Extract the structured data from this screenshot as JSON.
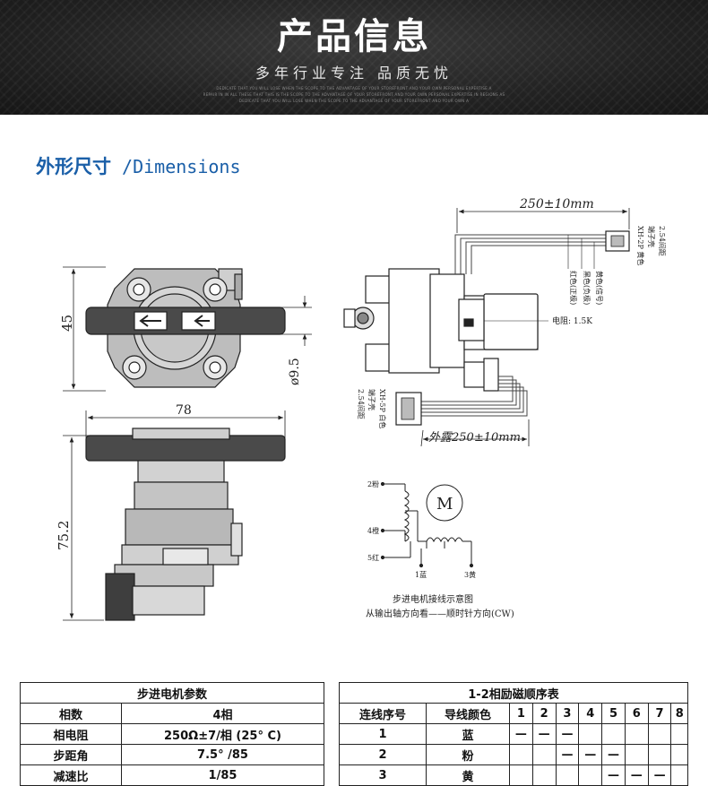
{
  "banner": {
    "title": "产品信息",
    "subtitle": "多年行业专注 品质无忧",
    "fine_lines": [
      "DEDICATE THAT YOU WILL LOSE WHEN THE SCOPE TO THE ADVANTAGE OF YOUR STOREFRONT AND YOUR OWN PERSONAL EXPERTISE A",
      "REPAIR IN IN ALL THESE THAT THIS IS THE SCOPE TO THE ADVANTAGE OF YOUR STOREFRONT AND YOUR OWN PERSONAL EXPERTISE IN REGIONS AS",
      "DEDICATE THAT YOU WILL LOSE WHEN THE SCOPE TO THE ADVANTAGE OF YOUR STOREFRONT AND YOUR OWN A"
    ]
  },
  "section": {
    "title_cn": "外形尺寸",
    "title_en": " /Dimensions"
  },
  "drawing": {
    "dim_45": "45",
    "dim_95": "ø9.5",
    "dim_78": "78",
    "dim_752": "75.2",
    "dim_cable": "250±10mm",
    "dim_expose": "外露250±10mm",
    "connector_top_1": "XH-2P 黄色",
    "connector_top_2": "端子壳",
    "connector_top_3": "2.54间距",
    "wire_red": "红色(正极)",
    "wire_black": "黑色(负极)",
    "wire_yellow": "黄色(信号)",
    "resistor": "电阻: 1.5K",
    "connector_bot_1": "XH-5P 白色",
    "connector_bot_2": "端子壳",
    "connector_bot_3": "2.54间距",
    "motor_symbol": "M",
    "pin_2": "2粉",
    "pin_4": "4橙",
    "pin_5": "5红",
    "pin_1": "1蓝",
    "pin_3": "3黄",
    "caption_1": "步进电机接线示意图",
    "caption_2": "从输出轴方向看——顺时针方向(CW)"
  },
  "params_table": {
    "title": "步进电机参数",
    "rows": [
      {
        "label": "相数",
        "value": "4相"
      },
      {
        "label": "相电阻",
        "value": "250Ω±7/相 (25° C)"
      },
      {
        "label": "步距角",
        "value": "7.5° /85"
      },
      {
        "label": "减速比",
        "value": "1/85"
      }
    ]
  },
  "sequence_table": {
    "title": "1-2相励磁顺序表",
    "headers": [
      "连线序号",
      "导线颜色",
      "1",
      "2",
      "3",
      "4",
      "5",
      "6",
      "7",
      "8"
    ],
    "rows": [
      {
        "no": "1",
        "color": "蓝",
        "steps": [
          "—",
          "—",
          "—",
          "",
          "",
          "",
          "",
          ""
        ]
      },
      {
        "no": "2",
        "color": "粉",
        "steps": [
          "",
          "",
          "—",
          "—",
          "—",
          "",
          "",
          ""
        ]
      },
      {
        "no": "3",
        "color": "黄",
        "steps": [
          "",
          "",
          "",
          "",
          "—",
          "—",
          "—",
          ""
        ]
      }
    ]
  }
}
